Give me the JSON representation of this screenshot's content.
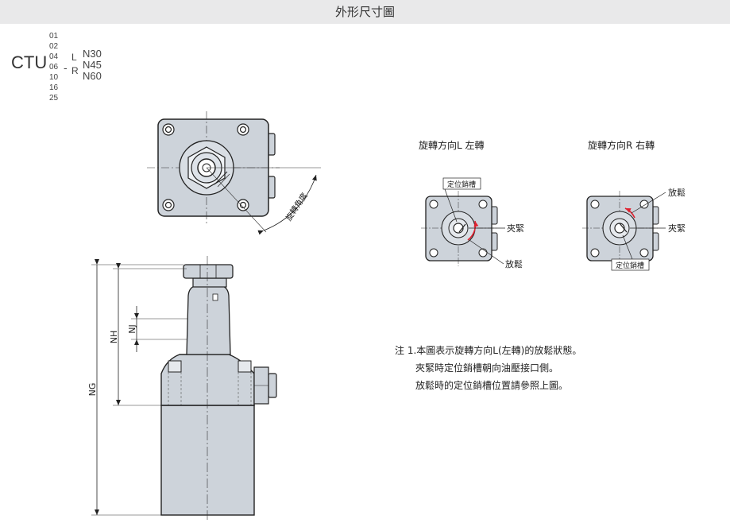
{
  "header": {
    "title": "外形尺寸圖"
  },
  "model_code": {
    "prefix": "CTU",
    "sizes": [
      "01",
      "02",
      "04",
      "06",
      "10",
      "16",
      "25"
    ],
    "separator": "-",
    "directions": [
      "L",
      "R"
    ],
    "angles": [
      "N30",
      "N45",
      "N60"
    ]
  },
  "top_view": {
    "angle_label": "旋轉角度"
  },
  "rotation_left": {
    "title": "旋轉方向L 左轉",
    "pin_slot_label": "定位銷槽",
    "clamp_label": "夾緊",
    "release_label": "放鬆"
  },
  "rotation_right": {
    "title": "旋轉方向R 右轉",
    "release_label": "放鬆",
    "clamp_label": "夾緊",
    "pin_slot_label": "定位銷槽"
  },
  "dimensions": {
    "nh": "NH",
    "nj": "NJ",
    "ng": "NG"
  },
  "notes": [
    "注 1.本圖表示旋轉方向L(左轉)的放鬆狀態。",
    "夾緊時定位銷槽朝向油壓接口側。",
    "放鬆時的定位銷槽位置請參照上圖。"
  ],
  "colors": {
    "body_fill": "#cdd3da",
    "arrow_red": "#e0212f",
    "title_bar": "#e9e9ea"
  }
}
